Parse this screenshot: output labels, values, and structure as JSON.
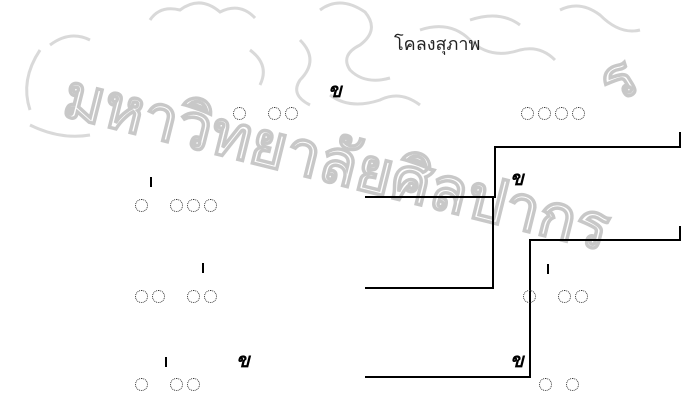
{
  "title": "โคลงสุภาพ",
  "tone_mark_label": "ข",
  "watermark": {
    "text_lower_arc": "มหาวิทยาลัยศิลปากร",
    "text_upper_right": "ร"
  },
  "colors": {
    "watermark": "#d9d9d9",
    "lines": "#000000",
    "circle_border": "#333333"
  }
}
